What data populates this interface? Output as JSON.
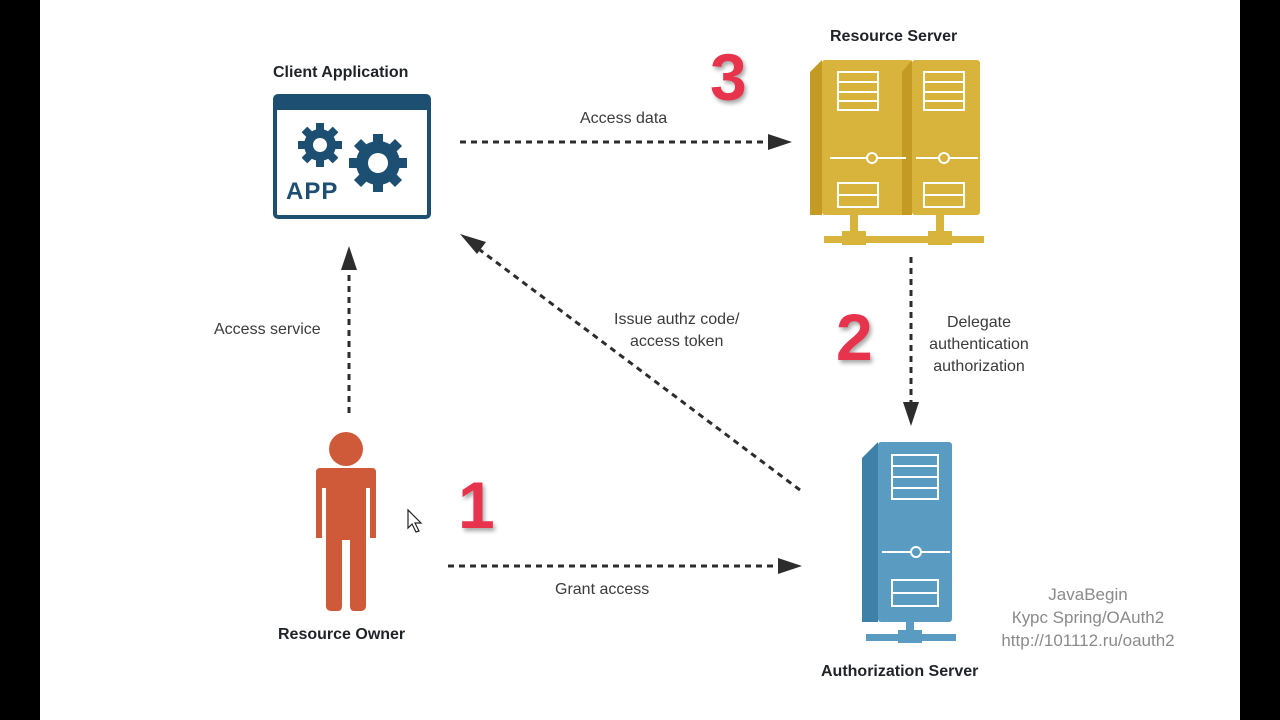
{
  "nodes": {
    "client": {
      "title": "Client Application",
      "app_text": "APP"
    },
    "resource_server": {
      "title": "Resource Server"
    },
    "authorization_server": {
      "title": "Authorization Server"
    },
    "resource_owner": {
      "title": "Resource Owner"
    }
  },
  "edges": {
    "access_data": "Access data",
    "access_service": "Access service",
    "issue_token_line1": "Issue authz code/",
    "issue_token_line2": "access token",
    "delegate_line1": "Delegate",
    "delegate_line2": "authentication",
    "delegate_line3": "authorization",
    "grant_access": "Grant access"
  },
  "steps": {
    "one": "1",
    "two": "2",
    "three": "3"
  },
  "watermark": {
    "line1": "JavaBegin",
    "line2": "Курс Spring/OAuth2",
    "line3": "http://101112.ru/oauth2"
  },
  "colors": {
    "client": "#1d4f73",
    "resource_server": "#d8b43c",
    "authorization_server": "#5a9bc2",
    "resource_owner": "#cf5a3a",
    "step_numbers": "#e8334c",
    "arrows": "#2d2d2d"
  }
}
